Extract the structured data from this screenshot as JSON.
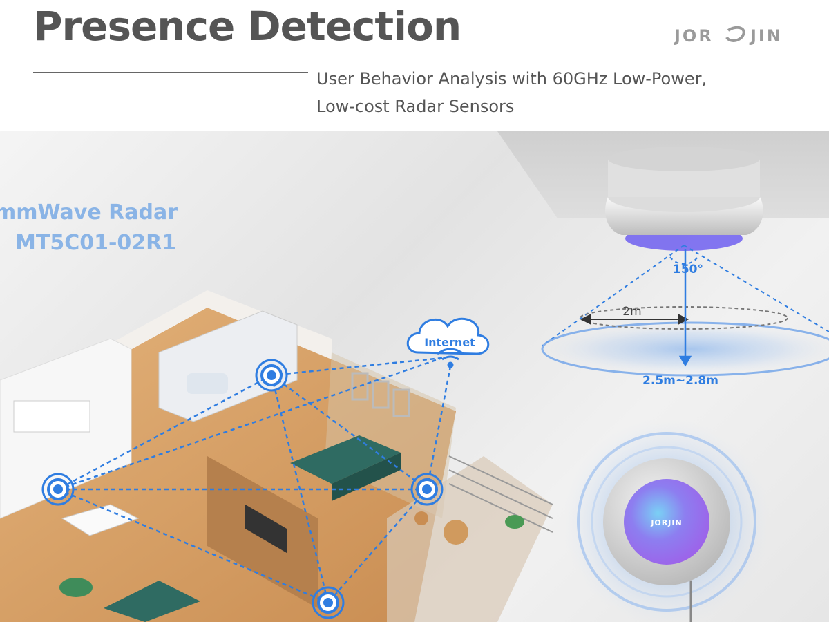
{
  "header": {
    "title": "Presence Detection",
    "subtitle_line1": "User Behavior Analysis with 60GHz Low-Power,",
    "subtitle_line2": "Low-cost Radar Sensors",
    "logo_text": "JORJIN"
  },
  "product": {
    "name_line1": "mmWave Radar",
    "name_line2": "MT5C01-02R1"
  },
  "diagram": {
    "internet_label": "Internet",
    "angle_label": "150°",
    "radius_label": "2m",
    "height_label": "2.5m~2.8m",
    "device_logo": "JORJIN"
  },
  "colors": {
    "accent_blue": "#2f7de1",
    "title_gray": "#555555",
    "label_blue": "#8ab4e6"
  }
}
